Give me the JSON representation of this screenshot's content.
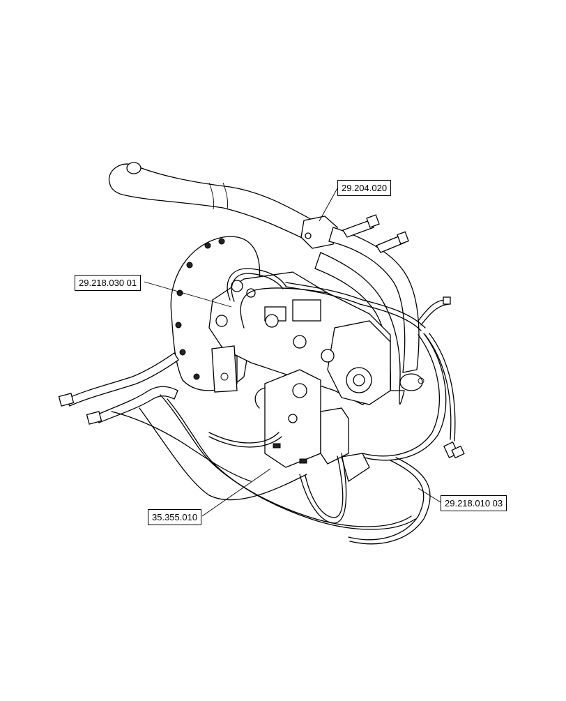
{
  "callouts": {
    "hoses_upper": "29.204.020",
    "pump_assembly": "29.218.030 01",
    "control_valve": "35.355.010",
    "hoses_lower": "29.218.010 03"
  },
  "colors": {
    "line": "#000000",
    "background": "#ffffff"
  }
}
